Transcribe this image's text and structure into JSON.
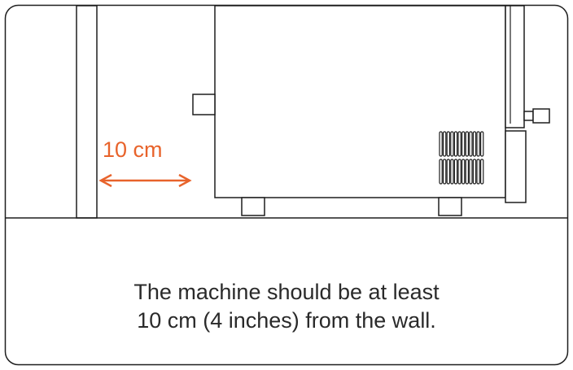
{
  "measurement": {
    "label": "10 cm"
  },
  "caption": {
    "line1": "The machine should be at least",
    "line2": "10 cm (4 inches) from the wall."
  },
  "colors": {
    "accent": "#e8632b",
    "outline": "#1e1e1e",
    "text": "#2a2a2a",
    "background": "#ffffff"
  }
}
